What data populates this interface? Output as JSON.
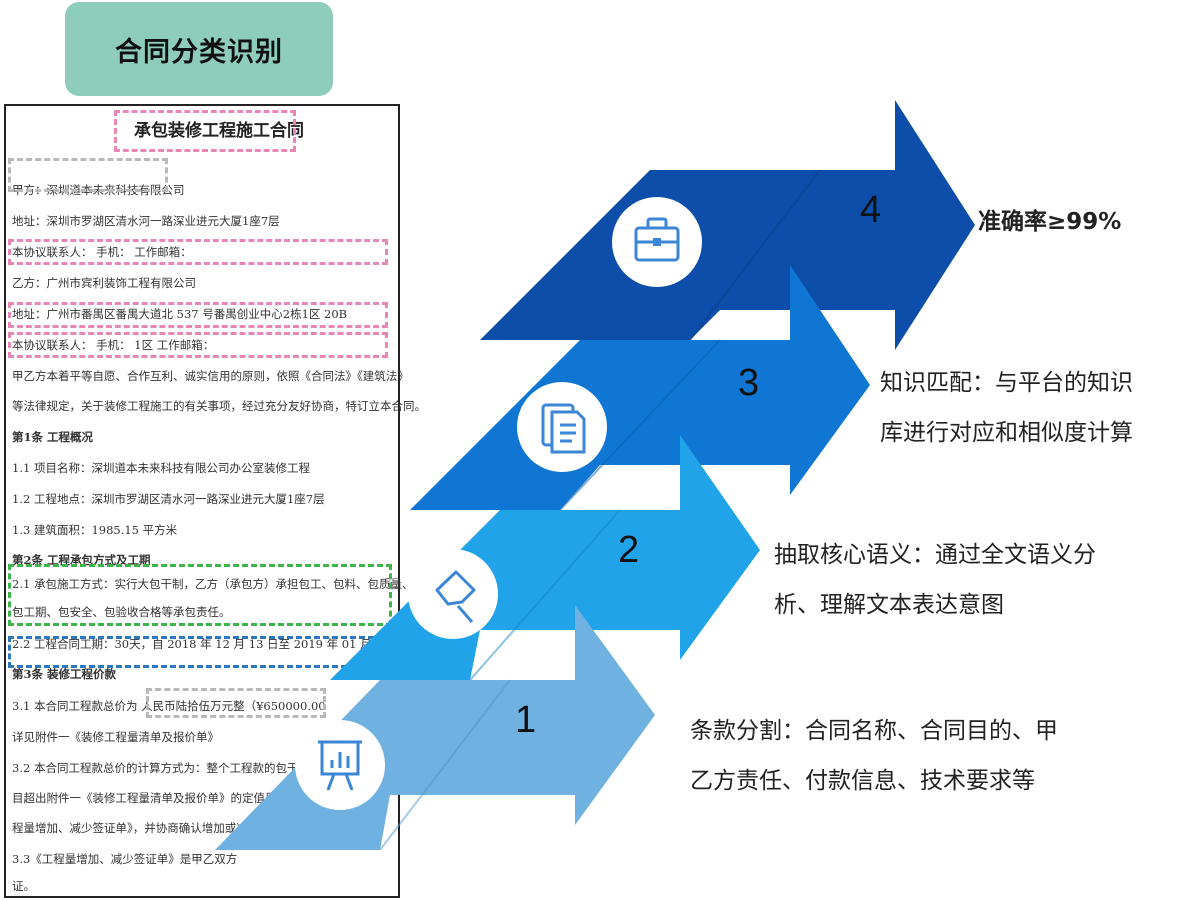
{
  "banner": {
    "title": "合同分类识别"
  },
  "document": {
    "title": "承包装修工程施工合同",
    "lines": [
      "甲方：深圳道本未来科技有限公司",
      "地址：深圳市罗湖区清水河一路深业进元大厦1座7层",
      "本协议联系人：           手机：          工作邮箱：",
      "乙方：广州市宾利装饰工程有限公司",
      "地址：广州市番禺区番禺大道北 537 号番禺创业中心2栋1区 20B",
      "本协议联系人：              手机：         1区 工作邮箱：",
      "    甲乙方本着平等自愿、合作互利、诚实信用的原则，依照《合同法》《建筑法》",
      "等法律规定，关于装修工程施工的有关事项，经过充分友好协商，特订立本合同。",
      "第1条  工程概况",
      "    1.1  项目名称：深圳道本未来科技有限公司办公室装修工程",
      "    1.2  工程地点：深圳市罗湖区清水河一路深业进元大厦1座7层",
      "    1.3  建筑面积：1985.15 平方米",
      "第2条  工程承包方式及工期",
      "    2.1  承包施工方式：实行大包干制，乙方（承包方）承担包工、包料、包质量、",
      "包工期、包安全、包验收合格等承包责任。",
      "    2.2  工程合同工期：30天，自 2018 年 12 月 13 日至 2019 年 01 月 12 日",
      "第3条  装修工程价款",
      "    3.1  本合同工程款总价为    人民币陆拾伍万元整（¥650000.00",
      "详见附件一《装修工程量清单及报价单》",
      "    3.2  本合同工程款总价的计算方式为：整个工程款的包干",
      "目超出附件一《装修工程量清单及报价单》的定值周",
      "程量增加、减少签证单》，并协商确认增加或减少工",
      "    3.3《工程量增加、减少签证单》是甲乙双方",
      "证。"
    ]
  },
  "steps": [
    {
      "number": "1",
      "line1": "条款分割：合同名称、合同目的、甲",
      "line2": "乙方责任、付款信息、技术要求等",
      "icon": "presentation-chart-icon"
    },
    {
      "number": "2",
      "line1": "抽取核心语义：通过全文语义分",
      "line2": "析、理解文本表达意图",
      "icon": "pin-icon"
    },
    {
      "number": "3",
      "line1": "知识匹配：与平台的知识",
      "line2": "库进行对应和相似度计算",
      "icon": "documents-icon"
    },
    {
      "number": "4",
      "line1": "准确率≥99%",
      "line2": "",
      "icon": "briefcase-icon"
    }
  ],
  "colors": {
    "banner": "#8ecdbb",
    "step1": "#6fb1e0",
    "step2": "#21a3ea",
    "step3": "#0f77d3",
    "step4": "#0c4ea9",
    "icon": "#3b86d6"
  }
}
